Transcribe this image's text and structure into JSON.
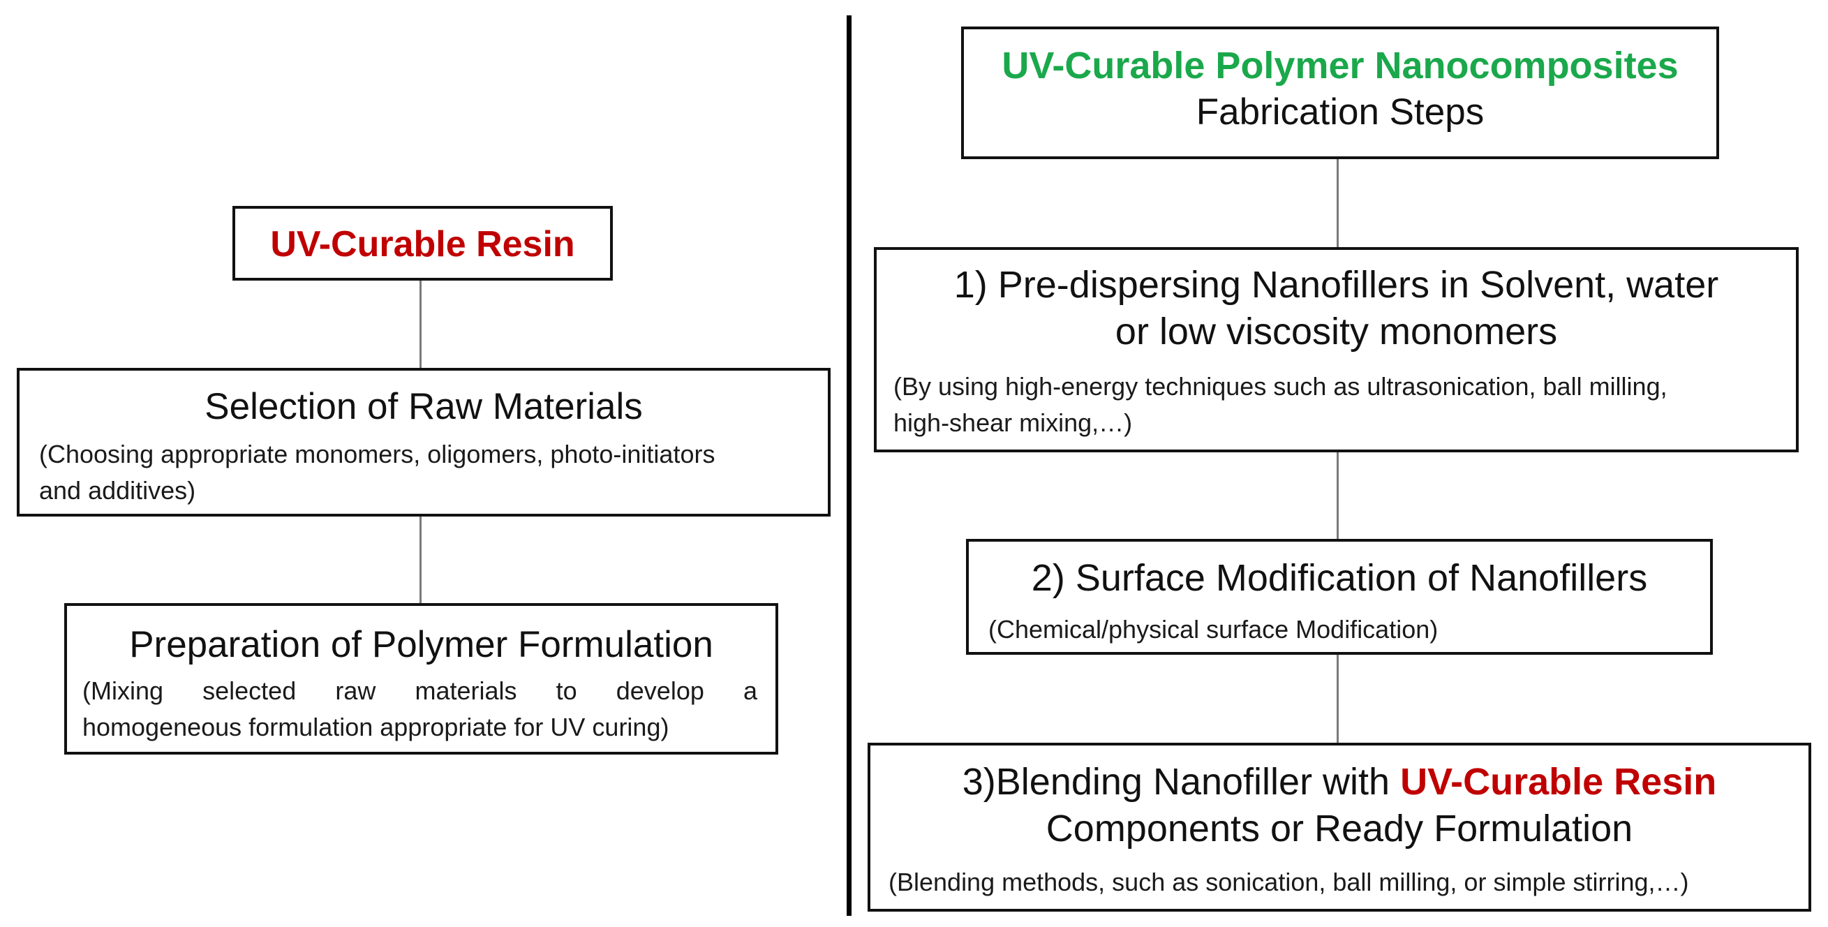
{
  "left": {
    "root": {
      "title": "UV-Curable Resin"
    },
    "steps": [
      {
        "title": "Selection of Raw Materials",
        "desc_line1": "(Choosing appropriate monomers, oligomers, photo-initiators",
        "desc_line2": "and additives)"
      },
      {
        "title": "Preparation of Polymer Formulation",
        "desc_line1": "(Mixing selected raw materials to develop a",
        "desc_line2": "homogeneous formulation appropriate for UV curing)"
      }
    ]
  },
  "right": {
    "root": {
      "title_highlight": "UV-Curable Polymer Nanocomposites",
      "subtitle": "Fabrication Steps"
    },
    "steps": [
      {
        "title_line1": "1) Pre-dispersing Nanofillers in Solvent, water",
        "title_line2": "or low viscosity monomers",
        "desc_line1": "(By using high-energy techniques such as ultrasonication, ball milling,",
        "desc_line2": "high-shear mixing,…)"
      },
      {
        "title": "2) Surface Modification of Nanofillers",
        "desc": "(Chemical/physical surface Modification)"
      },
      {
        "title_prefix": "3)Blending Nanofiller with ",
        "title_highlight": "UV-Curable Resin",
        "title_line2": "Components or Ready Formulation",
        "desc": "(Blending methods, such as sonication, ball milling, or simple stirring,…)"
      }
    ]
  },
  "colors": {
    "highlight_red": "#c00000",
    "highlight_green": "#1aa84b",
    "border": "#111111",
    "connector": "#7a7a7a"
  }
}
